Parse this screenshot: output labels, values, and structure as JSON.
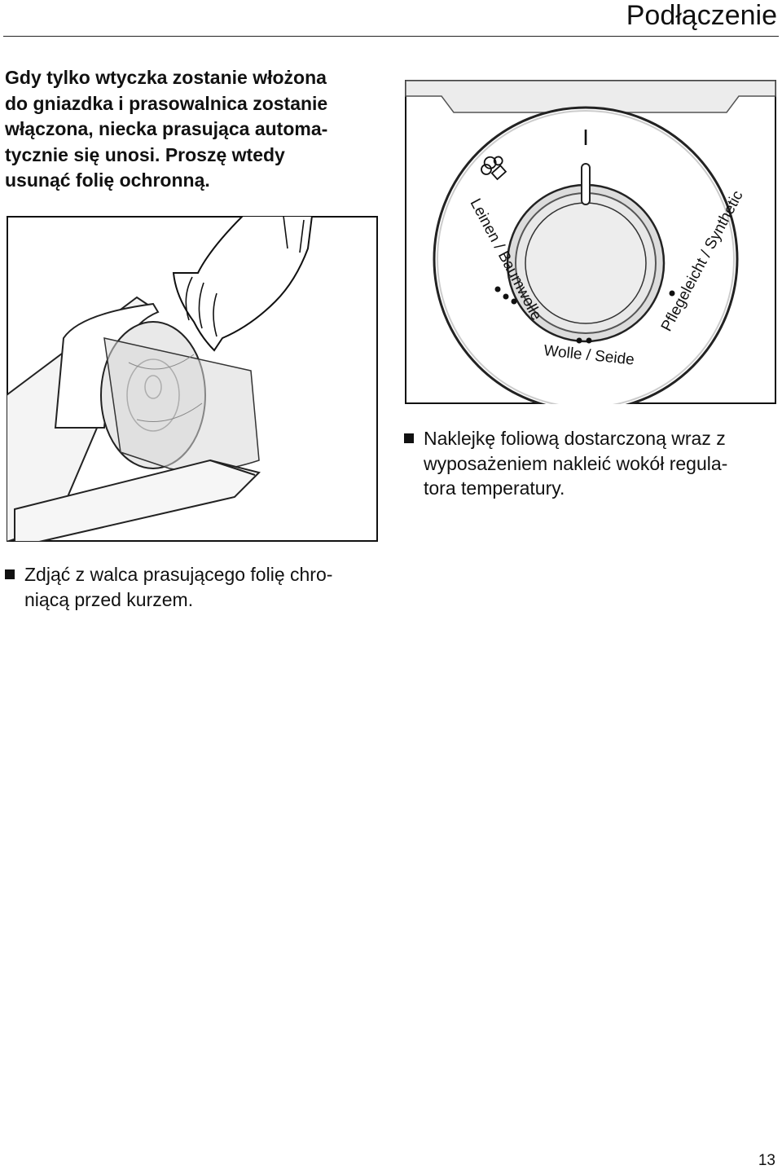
{
  "header": {
    "title": "Podłączenie"
  },
  "intro": {
    "lines": [
      "Gdy tylko wtyczka zostanie włożona",
      "do gniazdka i prasowalnica zostanie",
      "włączona, niecka prasująca automa-",
      "tycznie się unosi. Proszę wtedy",
      "usunąć folię ochronną."
    ]
  },
  "dial": {
    "labels": {
      "cotton": "Leinen / Baumwolle",
      "wool": "Wolle / Seide",
      "synthetic": "Pflegeleicht / Synthetic",
      "off": "I"
    }
  },
  "steps": [
    {
      "lines": [
        "Naklejkę foliową dostarczoną wraz z",
        "wyposażeniem nakleić wokół regula-",
        "tora temperatury."
      ]
    },
    {
      "lines": [
        "Zdjąć z walca prasującego folię chro-",
        "niącą przed kurzem."
      ]
    }
  ],
  "footer": {
    "page_number": "13"
  }
}
